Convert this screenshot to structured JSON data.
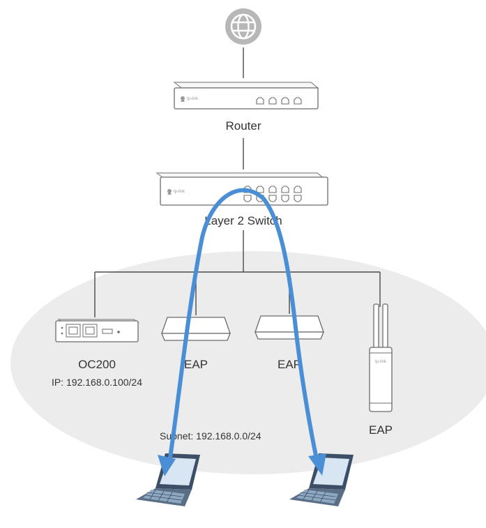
{
  "labels": {
    "router": "Router",
    "switch": "Layer 2 Switch",
    "controller": "OC200",
    "controller_ip": "IP: 192.168.0.100/24",
    "eap_1": "EAP",
    "eap_2": "EAP",
    "eap_3": "EAP",
    "subnet": "Subnet: 192.168.0.0/24"
  },
  "brand": {
    "router_logo": "tp-link",
    "switch_logo": "tp-link",
    "outdoor_eap_logo": "tp-link"
  },
  "icons": {
    "internet": "globe-icon",
    "router": "router-icon",
    "switch": "switch-icon",
    "controller": "oc200-controller-icon",
    "ceiling_eap": "ceiling-access-point-icon",
    "outdoor_eap": "outdoor-access-point-icon",
    "client": "laptop-icon"
  },
  "colors": {
    "traffic_flow": "#4a8fd6",
    "subnet_area": "#ececec",
    "device_outline": "#6b6b6b",
    "wire": "#4a4a4a"
  }
}
